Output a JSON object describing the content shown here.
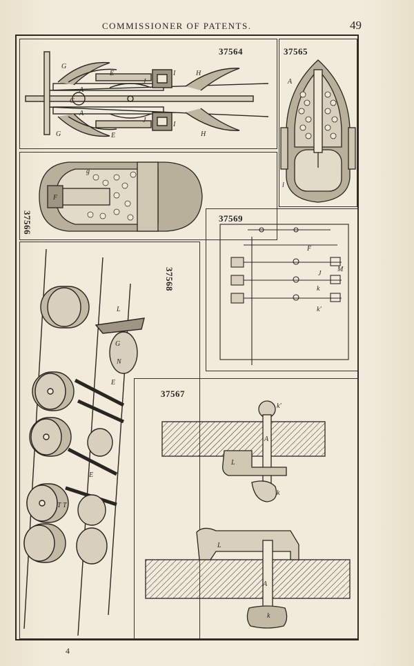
{
  "header": {
    "running_head": "COMMISSIONER OF PATENTS.",
    "page_number": "49"
  },
  "figures": {
    "fig_37564": "37564",
    "fig_37565": "37565",
    "fig_37566": "37566",
    "fig_37567": "37567",
    "fig_37568": "37568",
    "fig_37569": "37569"
  },
  "footer": {
    "signature_mark": "4"
  }
}
